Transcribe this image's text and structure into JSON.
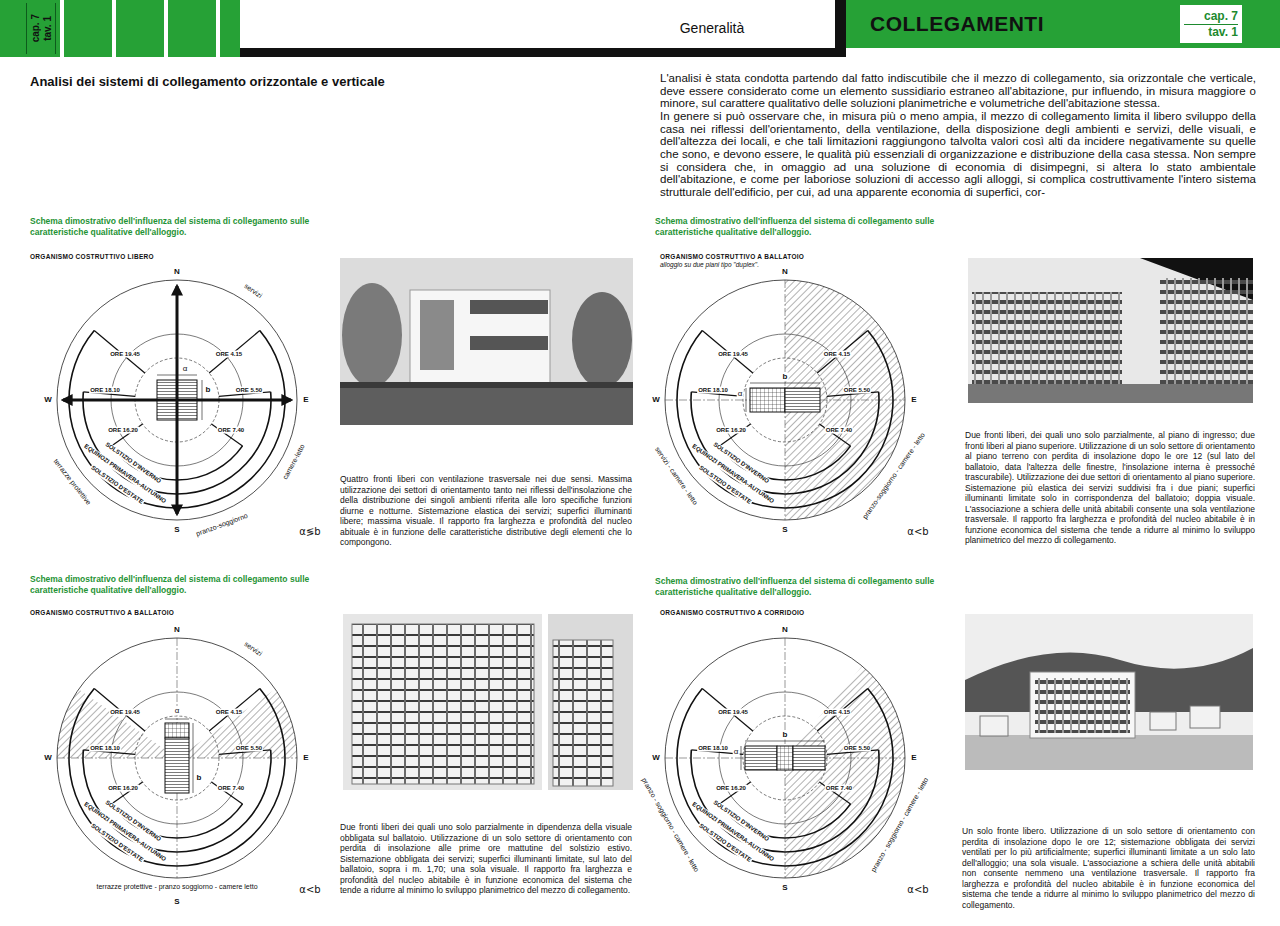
{
  "diagram": {
    "title": "Analisi dei sistemi di collegamento orizzontale e verticale",
    "nodes": [
      {
        "text": [
          "cap. 7",
          "tav. 1"
        ]
      },
      {
        "text": [
          "COLLEGAMENTI"
        ]
      },
      {
        "text": [
          "cap. 7",
          "tav. 1"
        ],
        "in": 1
      }
    ],
    "labels": [
      "Generalità",
      "Schema dimostrativo dell'influenza del sistema di collegamento sulle caratteristiche qualitative dell'alloggio.",
      "ORGANISMO COSTRUTTIVO LIBERO",
      "N",
      "S",
      "W",
      "E",
      "ORE 19.45",
      "ORE 4.15",
      "ORE 18.10",
      "ORE 5.50",
      "ORE 16.20",
      "ORE 7.40",
      "SOLSTIZIO D'INVERNO",
      "EQUINOZI PRIMAVERA-AUTUNNO",
      "SOLSTIZIO D'ESTATE",
      "α",
      "b",
      "α≶b",
      "servizi",
      "terrazze protettive",
      "pranzo-soggiorno",
      "camere-letto",
      "Quattro fronti liberi con ventilazione trasversale nei due sensi. Massima utilizzazione dei settori di orientamento tanto nei riflessi dell'insolazione che della distribuzione dei singoli ambienti riferita alle loro specifiche funzioni diurne e notturne. Sistemazione elastica dei servizi; superfici illuminanti libere; massima visuale. Il rapporto fra larghezza e profondità del nucleo abituale è in funzione delle caratteristiche distributive degli elementi che lo compongono.",
      "Schema dimostrativo dell'influenza del sistema di collegamento sulle caratteristiche qualitative dell'alloggio.",
      "ORGANISMO COSTRUTTIVO A BALLATOIO",
      "N",
      "S",
      "W",
      "E",
      "ORE 19.45",
      "ORE 4.15",
      "ORE 18.10",
      "ORE 5.50",
      "ORE 16.20",
      "ORE 7.40",
      "SOLSTIZIO D'INVERNO",
      "EQUINOZI PRIMAVERA-AUTUNNO",
      "SOLSTIZIO D'ESTATE",
      "α",
      "b",
      "α<b",
      "servizi",
      "terrazze protettive - pranzo soggiorno - camere letto",
      "Due fronti liberi dei quali uno solo parzialmente in dipendenza della visuale obbligata sul ballatoio. Utilizzazione di un solo settore di orientamento con perdita di insolazione alle prime ore mattutine del solstizio estivo. Sistemazione obbligata dei servizi; superfici illuminanti limitate, sul lato del ballatoio, sopra i m. 1,70; una sola visuale. Il rapporto fra larghezza e profondità del nucleo abitabile è in funzione economica del sistema che tende a ridurre al minimo lo sviluppo planimetrico del mezzo di collegamento.",
      "L'analisi è stata condotta partendo dal fatto indiscutibile che il mezzo di collegamento, sia orizzontale che verticale, deve essere considerato come un elemento sussidiario estraneo all'abitazione, pur influendo, in misura maggiore o minore, sul carattere qualitativo delle soluzioni planimetriche e volumetriche dell'abitazione stessa.",
      "In genere si può osservare che, in misura più o meno ampia, il mezzo di collegamento limita il libero sviluppo della casa nei riflessi dell'orientamento, della ventilazione, della disposizione degli ambienti e servizi, delle visuali, e dell'altezza dei locali, e che tali limitazioni raggiungono talvolta valori così alti da incidere negativamente su quelle che sono, e devono essere, le qualità più essenziali di organizzazione e distribuzione della casa stessa. Non sempre si considera che, in omaggio ad una soluzione di economia di disimpegni, si altera lo stato ambientale dell'abitazione, e come per laboriose soluzioni di accesso agli alloggi, si complica costruttivamente l'intero sistema strutturale dell'edificio, per cui, ad una apparente economia di superfici, cor-",
      "Schema dimostrativo dell'influenza del sistema di collegamento sulle caratteristiche qualitative dell'alloggio.",
      "ORGANISMO COSTRUTTIVO A BALLATOIO",
      "alloggio su due piani tipo \"duplex\".",
      "N",
      "S",
      "W",
      "E",
      "ORE 19.45",
      "ORE 4.15",
      "ORE 18.10",
      "ORE 5.50",
      "ORE 16.20",
      "ORE 7.40",
      "SOLSTIZIO D'INVERNO",
      "EQUINOZI PRIMAVERA-AUTUNNO",
      "SOLSTIZIO D'ESTATE",
      "α",
      "b",
      "α<b",
      "servizi - camere - letto",
      "pranzo-soggiorno - camere - letto",
      "Due fronti liberi, dei quali uno solo parzialmente, al piano di ingresso; due fronti liberi al piano superiore. Utilizzazione di un solo settore di orientamento al piano terreno con perdita di insolazione dopo le ore 12 (sul lato del ballatoio, data l'altezza delle finestre, l'insolazione interna è pressoché trascurabile). Utilizzazione dei due settori di orientamento al piano superiore. Sistemazione più elastica dei servizi suddivisi fra i due piani; superfici illuminanti limitate solo in corrispondenza del ballatoio; doppia visuale. L'associazione a schiera delle unità abitabili consente una sola ventilazione trasversale. Il rapporto fra larghezza e profondità del nucleo abitabile è in funzione economica del sistema che tende a ridurre al minimo lo sviluppo planimetrico del mezzo di collegamento.",
      "Schema dimostrativo dell'influenza del sistema di collegamento sulle caratteristiche qualitative dell'alloggio.",
      "ORGANISMO COSTRUTTIVO A CORRIDOIO",
      "N",
      "S",
      "W",
      "E",
      "ORE 19.45",
      "ORE 4.15",
      "ORE 18.10",
      "ORE 5.50",
      "ORE 16.20",
      "ORE 7.40",
      "SOLSTIZIO D'INVERNO",
      "EQUINOZI PRIMAVERA-AUTUNNO",
      "SOLSTIZIO D'ESTATE",
      "α",
      "b",
      "α<b",
      "pranzo - soggiorno - camere - letto",
      "pranzo - soggiorno - camere - letto",
      "Un solo fronte libero. Utilizzazione di un solo settore di orientamento con perdita di insolazione dopo le ore 12; sistemazione obbligata dei servizi ventilati per lo più artificialmente; superfici illuminanti limitate a un solo lato dell'alloggio; una sola visuale. L'associazione a schiera delle unità abitabili non consente nemmeno una ventilazione trasversale. Il rapporto fra larghezza e profondità del nucleo abitabile è in funzione economica del sistema che tende a ridurre al minimo lo sviluppo planimetrico del mezzo di collegamento."
    ]
  }
}
